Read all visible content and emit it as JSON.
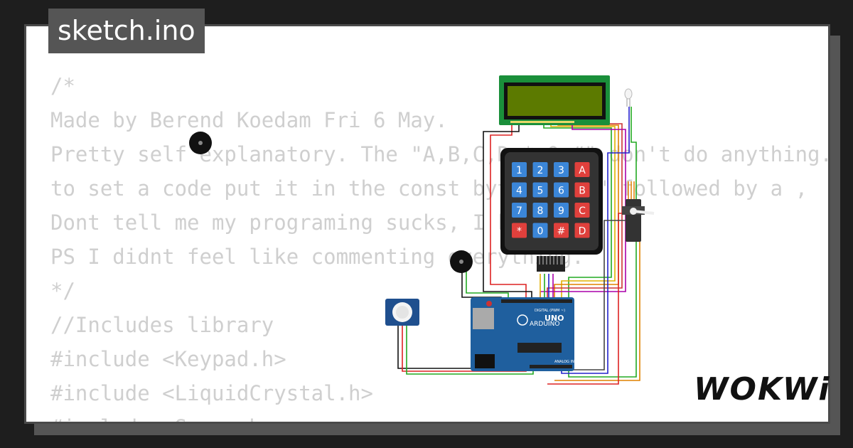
{
  "file_tab": {
    "label": "sketch.ino"
  },
  "code_lines": [
    "/*",
    "Made by Berend Koedam Fri 6 May.",
    "Pretty self explanatory. The \"A,B,C,D,*,0,#\" don't do anything.",
    "to set a code put it in the const byte \"code\" followed by a ,",
    "Dont tell me my programing sucks, I know.",
    "PS I didnt feel like commenting everything.",
    "*/",
    "//Includes library",
    "#include <Keypad.h>",
    "#include <LiquidCrystal.h>",
    "#include <Servo.h>"
  ],
  "keypad": {
    "keys": [
      [
        "1",
        "2",
        "3",
        "A"
      ],
      [
        "4",
        "5",
        "6",
        "B"
      ],
      [
        "7",
        "8",
        "9",
        "C"
      ],
      [
        "*",
        "0",
        "#",
        "D"
      ]
    ]
  },
  "arduino": {
    "label": "UNO",
    "sublabel": "ARDUINO",
    "digital_label": "DIGITAL (PWM ~)",
    "analog_label": "ANALOG IN"
  },
  "brand": {
    "logo": "WOKWi"
  },
  "colors": {
    "background": "#1e1e1e",
    "card": "#ffffff",
    "tab": "#555555",
    "code": "#cfcfcf",
    "lcd_board": "#1a8f3a",
    "lcd_screen": "#5c7a00",
    "arduino": "#1f5f9e",
    "key_blue": "#3b86d8",
    "key_red": "#e0403c"
  }
}
